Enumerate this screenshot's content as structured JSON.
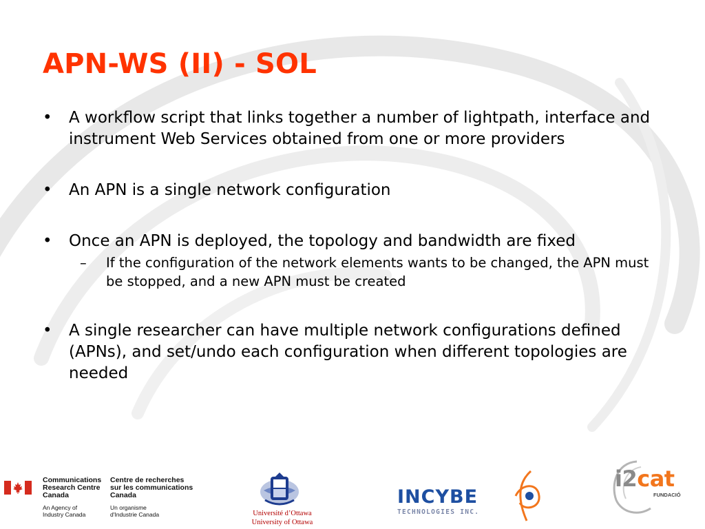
{
  "slide": {
    "title": "APN-WS (II) - SOL",
    "bullet_marker": "•",
    "sub_marker": "–",
    "bullets": [
      {
        "text": "A workflow script that links together a number of lightpath, interface and instrument Web Services obtained from one or more providers"
      },
      {
        "text": "An APN is a single network configuration"
      },
      {
        "text": "Once an APN is deployed, the topology and bandwidth are fixed",
        "sub": [
          "If the configuration of the network elements wants to be changed, the APN must be stopped, and a new APN must be created"
        ]
      },
      {
        "text": "A single researcher can have multiple network configurations defined (APNs), and set/undo each configuration when different topologies are needed"
      }
    ],
    "colors": {
      "title": "#ff3300",
      "text": "#000000",
      "background_swirl": "#e6e6e6"
    }
  },
  "footer": {
    "crc": {
      "en_line1": "Communications",
      "en_line2": "Research Centre",
      "en_line3": "Canada",
      "en_small1": "An Agency of",
      "en_small2": "Industry Canada",
      "fr_line1": "Centre de recherches",
      "fr_line2": "sur les communications",
      "fr_line3": "Canada",
      "fr_small1": "Un organisme",
      "fr_small2": "d'Industrie Canada",
      "flag_icon": "canada-flag-icon",
      "flag_color": "#d52b1e"
    },
    "uottawa": {
      "line_fr": "Université d’Ottawa",
      "line_en": "University of Ottawa",
      "seal_icon": "university-seal-icon",
      "text_color": "#b30000"
    },
    "incybe": {
      "wordmark": "INCYBE",
      "tagline": "TECHNOLOGIES INC.",
      "color": "#1e4fa1"
    },
    "i2cat": {
      "wordmark_grey": "i2",
      "wordmark_orange": "cat",
      "tagline": "FUNDACIÓ",
      "grey": "#8a8a8a",
      "orange": "#f2761d"
    }
  }
}
